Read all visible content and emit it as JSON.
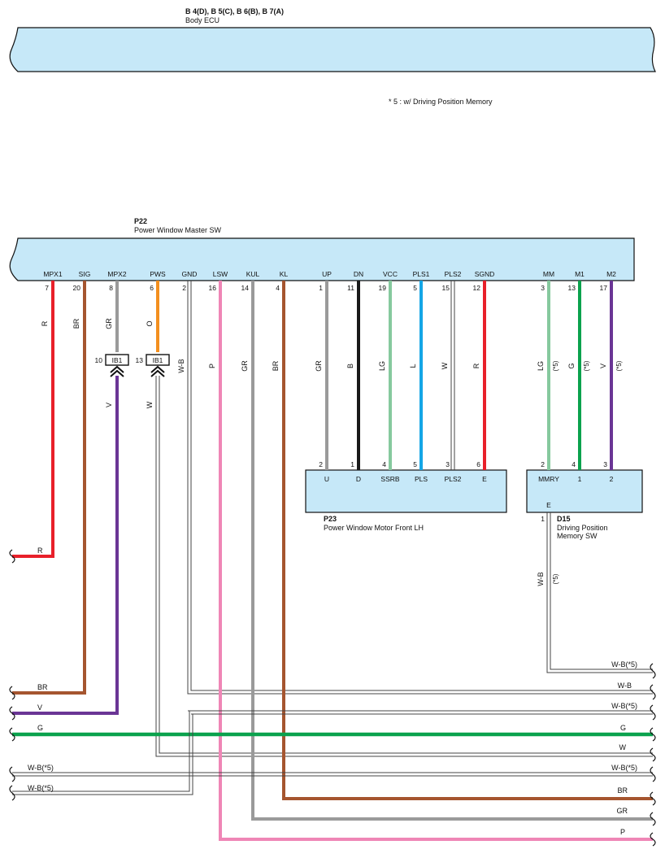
{
  "ecu": {
    "connectors": "B 4(D), B 5(C), B 6(B), B 7(A)",
    "name": "Body ECU"
  },
  "note": "* 5 : w/ Driving Position Memory",
  "master_sw": {
    "code": "P22",
    "name": "Power Window Master SW",
    "terminals": [
      {
        "name": "MPX1",
        "pin": "7"
      },
      {
        "name": "SIG",
        "pin": "20"
      },
      {
        "name": "MPX2",
        "pin": "8"
      },
      {
        "name": "PWS",
        "pin": "6"
      },
      {
        "name": "GND",
        "pin": "2"
      },
      {
        "name": "LSW",
        "pin": "16"
      },
      {
        "name": "KUL",
        "pin": "14"
      },
      {
        "name": "KL",
        "pin": "4"
      },
      {
        "name": "UP",
        "pin": "1"
      },
      {
        "name": "DN",
        "pin": "11"
      },
      {
        "name": "VCC",
        "pin": "19"
      },
      {
        "name": "PLS1",
        "pin": "5"
      },
      {
        "name": "PLS2",
        "pin": "15"
      },
      {
        "name": "SGND",
        "pin": "12"
      },
      {
        "name": "MM",
        "pin": "3"
      },
      {
        "name": "M1",
        "pin": "13"
      },
      {
        "name": "M2",
        "pin": "17"
      }
    ]
  },
  "motor": {
    "code": "P23",
    "name": "Power Window Motor Front LH",
    "terminals": [
      {
        "name": "U",
        "pin": "2"
      },
      {
        "name": "D",
        "pin": "1"
      },
      {
        "name": "SSRB",
        "pin": "4"
      },
      {
        "name": "PLS",
        "pin": "5"
      },
      {
        "name": "PLS2",
        "pin": "3"
      },
      {
        "name": "E",
        "pin": "6"
      }
    ]
  },
  "memory_sw": {
    "code": "D15",
    "name_line1": "Driving Position",
    "name_line2": "Memory SW",
    "terminals": [
      {
        "name": "MMRY",
        "pin": "2"
      },
      {
        "name": "1",
        "pin": "4"
      },
      {
        "name": "2",
        "pin": "3"
      },
      {
        "name": "E",
        "pin": "1"
      }
    ]
  },
  "junction": {
    "label": "IB1",
    "pins": [
      "10",
      "13"
    ]
  },
  "wire_labels": {
    "mpx1": "R",
    "sig": "BR",
    "mpx2_up": "GR",
    "mpx2_down": "V",
    "pws_up": "O",
    "pws_down": "W",
    "gnd": "W-B",
    "lsw": "P",
    "kul": "GR",
    "kl": "BR",
    "up": "GR",
    "dn": "B",
    "vcc": "LG",
    "pls1": "L",
    "pls2": "W",
    "sgnd": "R",
    "mm": "LG",
    "m1": "G",
    "m2": "V",
    "star5": "(*5)",
    "e": "W-B"
  },
  "left_labels": {
    "r": "R",
    "br": "BR",
    "v": "V",
    "g": "G",
    "wb1": "W-B(*5)",
    "wb2": "W-B(*5)"
  },
  "right_labels": {
    "wb_star1": "W-B(*5)",
    "wb": "W-B",
    "wb_star2": "W-B(*5)",
    "g": "G",
    "w": "W",
    "wb_star3": "W-B(*5)",
    "br": "BR",
    "gr": "GR",
    "p": "P"
  },
  "colors": {
    "R": "#e8202a",
    "BR": "#a5552f",
    "GR": "#9a9a9a",
    "V": "#6a3595",
    "O": "#f38f1f",
    "P": "#ef86b6",
    "B": "#1a1a1a",
    "LG": "#86c99e",
    "L": "#14a6e6",
    "G": "#0aa24d",
    "body_fill": "#c6e8f8"
  }
}
